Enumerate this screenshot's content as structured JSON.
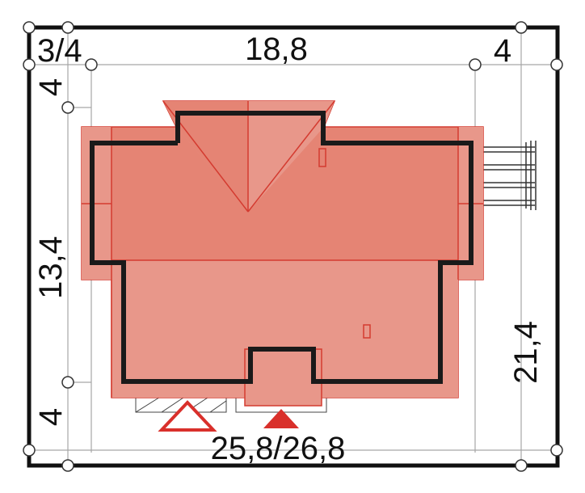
{
  "dimensions": {
    "top_left": "3/4",
    "top_center": "18,8",
    "top_right": "4",
    "left_upper": "4",
    "left_middle": "13,4",
    "left_lower": "4",
    "right_middle": "21,4",
    "bottom_center": "25,8/26,8"
  },
  "colors": {
    "background": "#ffffff",
    "frame": "#111111",
    "guide_line": "#a6a6a6",
    "roof_light": "#e8978a",
    "roof_dark": "#e58474",
    "roof_edge": "#d43b30",
    "walls": "#1a1a1a",
    "entrance_marker": "#d9302b"
  },
  "icons": {
    "main_entrance": "filled-triangle-icon",
    "secondary_entrance": "outline-triangle-icon",
    "dimension_node": "circle-node-icon"
  }
}
